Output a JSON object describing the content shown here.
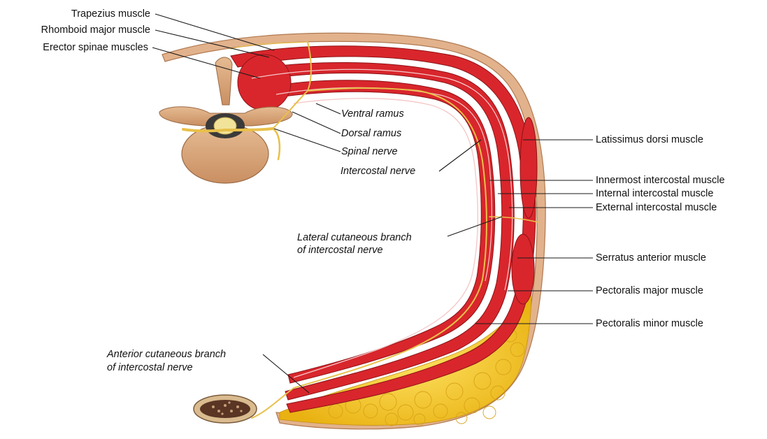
{
  "labels": {
    "trapezius": "Trapezius muscle",
    "rhomboid": "Rhomboid major muscle",
    "erector": "Erector spinae muscles",
    "ventral_ramus": "Ventral ramus",
    "dorsal_ramus": "Dorsal ramus",
    "spinal_nerve": "Spinal nerve",
    "intercostal_nerve": "Intercostal nerve",
    "latissimus": "Latissimus dorsi muscle",
    "innermost": "Innermost intercostal muscle",
    "internal": "Internal intercostal muscle",
    "external": "External intercostal muscle",
    "lateral_branch_1": "Lateral cutaneous branch",
    "lateral_branch_2": "of intercostal nerve",
    "serratus": "Serratus anterior muscle",
    "pectoralis_major": "Pectoralis major muscle",
    "pectoralis_minor": "Pectoralis minor muscle",
    "anterior_branch_1": "Anterior cutaneous branch",
    "anterior_branch_2": "of intercostal nerve"
  },
  "colors": {
    "muscle": "#d8262c",
    "muscle_dark": "#a5161b",
    "skin": "#d9a27a",
    "bone": "#d7a679",
    "bone_dark": "#9a6a45",
    "nerve": "#e8c04a",
    "fat": "#f3c623",
    "fat_light": "#ffe466"
  }
}
